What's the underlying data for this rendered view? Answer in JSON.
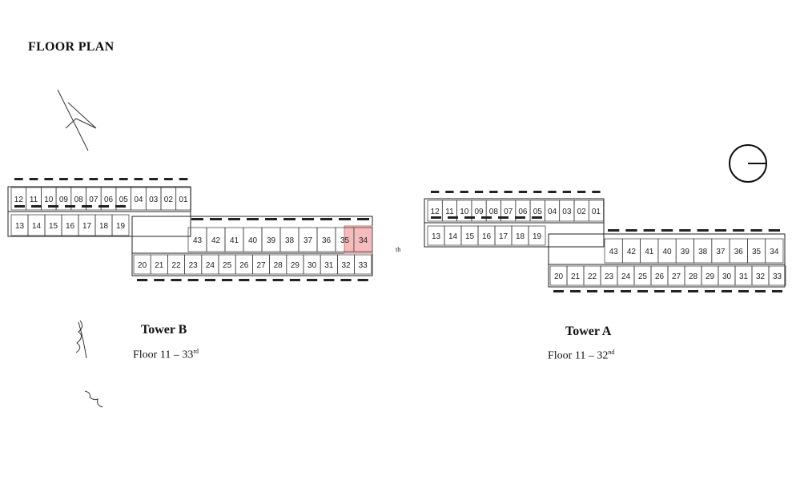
{
  "page": {
    "title": "FLOOR PLAN",
    "stray_mark": "th"
  },
  "highlight_color": "#f4bcbc",
  "tower_b": {
    "name": "Tower B",
    "floor_range": "Floor 11 – 33",
    "floor_suffix": "rd",
    "highlighted_unit": "34",
    "north_row": [
      "12",
      "11",
      "10",
      "09",
      "08",
      "07",
      "06",
      "05",
      "04",
      "03",
      "02",
      "01"
    ],
    "south_row_west": [
      "13",
      "14",
      "15",
      "16",
      "17",
      "18",
      "19"
    ],
    "north_row_east": [
      "43",
      "42",
      "41",
      "40",
      "39",
      "38",
      "37",
      "36",
      "35",
      "34"
    ],
    "south_row_east": [
      "20",
      "21",
      "22",
      "23",
      "24",
      "25",
      "26",
      "27",
      "28",
      "29",
      "30",
      "31",
      "32",
      "33"
    ]
  },
  "tower_a": {
    "name": "Tower A",
    "floor_range": "Floor 11 – 32",
    "floor_suffix": "nd",
    "north_row": [
      "12",
      "11",
      "10",
      "09",
      "08",
      "07",
      "06",
      "05",
      "04",
      "03",
      "02",
      "01"
    ],
    "south_row_west": [
      "13",
      "14",
      "15",
      "16",
      "17",
      "18",
      "19"
    ],
    "north_row_east": [
      "43",
      "42",
      "41",
      "40",
      "39",
      "38",
      "37",
      "36",
      "35",
      "34"
    ],
    "south_row_east": [
      "20",
      "21",
      "22",
      "23",
      "24",
      "25",
      "26",
      "27",
      "28",
      "29",
      "30",
      "31",
      "32",
      "33"
    ]
  },
  "icons": {
    "compass": "north-compass-icon",
    "signature": "signature-scribble"
  }
}
